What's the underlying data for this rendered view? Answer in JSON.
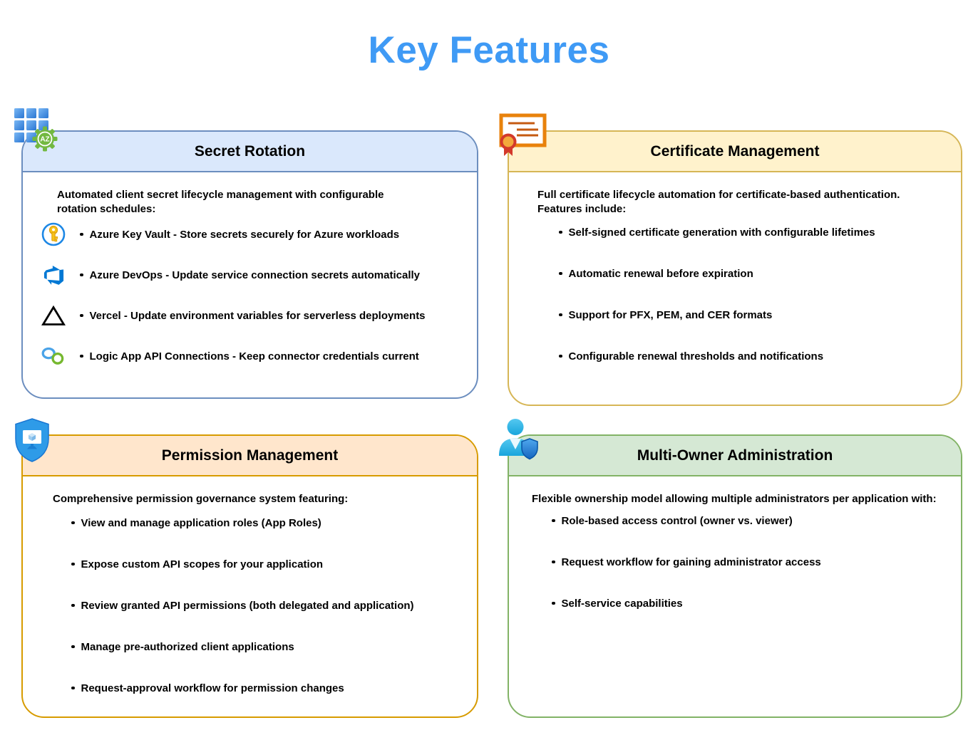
{
  "title": {
    "text": "Key Features",
    "color": "#3F9AF5"
  },
  "cards": [
    {
      "id": "secret-rotation",
      "title": "Secret Rotation",
      "header_icon": "azure-app-grid-gear-icon",
      "accent_color": "#6c8ebf",
      "header_fill": "#dae8fc",
      "intro": "Automated client secret lifecycle management with configurable rotation schedules:",
      "bullets": [
        {
          "icon": "azure-key-vault-icon",
          "text": "Azure Key Vault - Store secrets securely for Azure workloads"
        },
        {
          "icon": "azure-devops-icon",
          "text": "Azure DevOps - Update service connection secrets automatically"
        },
        {
          "icon": "vercel-icon",
          "text": "Vercel - Update environment variables for serverless deployments"
        },
        {
          "icon": "logic-apps-icon",
          "text": "Logic App API Connections - Keep connector credentials current"
        }
      ]
    },
    {
      "id": "certificate-management",
      "title": "Certificate Management",
      "header_icon": "certificate-icon",
      "accent_color": "#d6b656",
      "header_fill": "#fff2cc",
      "intro": "Full certificate lifecycle automation for certificate-based authentication. Features include:",
      "bullets": [
        {
          "text": "Self-signed certificate generation with configurable lifetimes"
        },
        {
          "text": "Automatic renewal before expiration"
        },
        {
          "text": "Support for PFX, PEM, and CER formats"
        },
        {
          "text": "Configurable renewal thresholds and notifications"
        }
      ]
    },
    {
      "id": "permission-management",
      "title": "Permission Management",
      "header_icon": "shield-monitor-icon",
      "accent_color": "#d79b00",
      "header_fill": "#ffe6cc",
      "intro": "Comprehensive permission governance system featuring:",
      "bullets": [
        {
          "text": "View and manage application roles (App Roles)"
        },
        {
          "text": "Expose custom API scopes for your application"
        },
        {
          "text": "Review granted API permissions (both delegated and application)"
        },
        {
          "text": "Manage pre-authorized client applications"
        },
        {
          "text": "Request-approval workflow for permission changes"
        }
      ]
    },
    {
      "id": "multi-owner-administration",
      "title": "Multi-Owner Administration",
      "header_icon": "user-shield-icon",
      "accent_color": "#82b366",
      "header_fill": "#d5e8d4",
      "intro": "Flexible ownership model allowing multiple administrators per application with:",
      "bullets": [
        {
          "text": "Role-based access control (owner vs. viewer)"
        },
        {
          "text": "Request workflow for gaining administrator access"
        },
        {
          "text": "Self-service capabilities"
        }
      ]
    }
  ]
}
